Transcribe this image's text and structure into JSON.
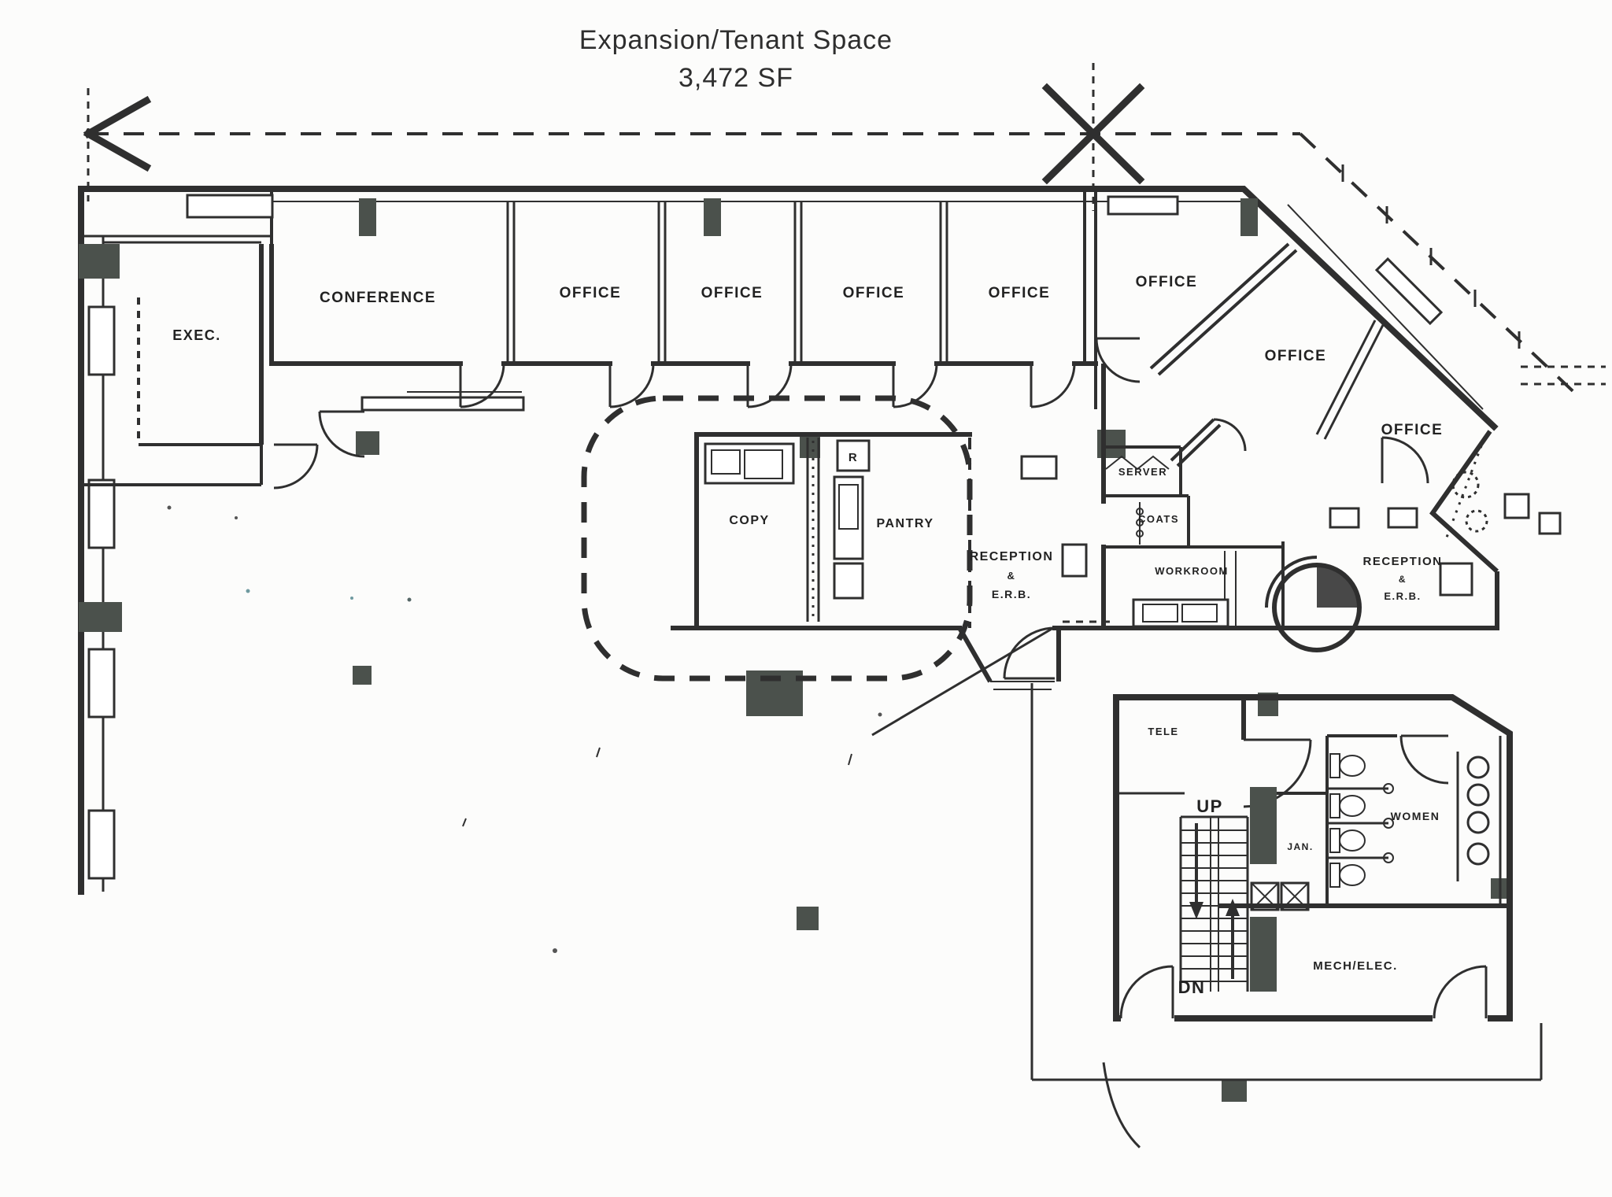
{
  "title": {
    "line1": "Expansion/Tenant Space",
    "line2": "3,472 SF"
  },
  "rooms": {
    "exec": "EXEC.",
    "conference": "CONFERENCE",
    "office": "OFFICE",
    "copy": "COPY",
    "pantry": "PANTRY",
    "refrigerator": "R",
    "reception": {
      "line1": "RECEPTION",
      "line2": "&",
      "line3": "E.R.B."
    },
    "server": "SERVER",
    "coats": "COATS",
    "workroom": "WORKROOM",
    "tele": "TELE",
    "jan": "JAN.",
    "women": "WOMEN",
    "mech_elec": "MECH/ELEC.",
    "stair_up": "UP",
    "stair_down": "DN"
  },
  "colors": {
    "ink": "#2f2f2f",
    "column": "#4b514c",
    "paper": "#fcfcfb"
  }
}
